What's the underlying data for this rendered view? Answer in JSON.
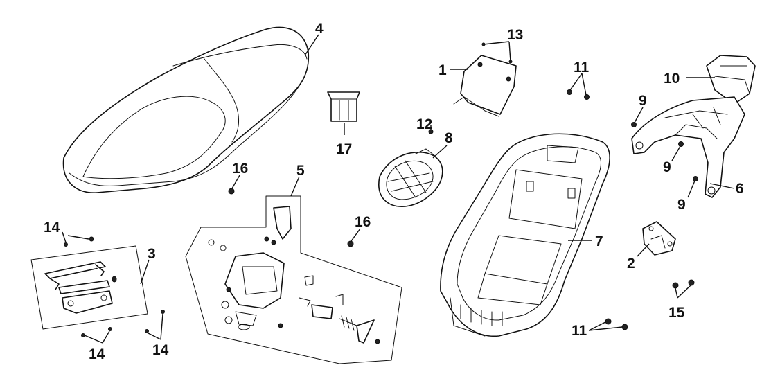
{
  "diagram": {
    "callouts": {
      "seat": "4",
      "inner_cover": "1",
      "inner_cover_screw": "13",
      "upper_bolt": "11",
      "grab_rail_cap": "10",
      "rail_bolt_upper": "9",
      "rail_bolt_mid": "9",
      "rail_bolt_lower": "9",
      "grab_rail": "6",
      "damper": "17",
      "lock_bolt": "12",
      "lamp": "8",
      "screw_left": "16",
      "screw_center": "16",
      "seat_lock_assembly": "5",
      "hinge_bracket": "3",
      "hinge_screw_top": "14",
      "hinge_screw_bottom": "14",
      "hinge_screw_right": "14",
      "helmet_box": "7",
      "seat_catch": "2",
      "lower_bolt": "11",
      "box_bolts": "15"
    }
  }
}
